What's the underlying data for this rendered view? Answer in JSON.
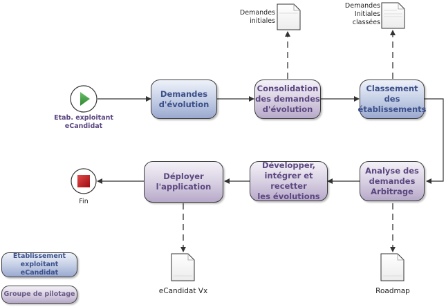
{
  "diagram": {
    "start_event": {
      "icon": "play-icon",
      "label": "Etab. exploitant\neCandidat",
      "color": "#3e9a3e"
    },
    "end_event": {
      "icon": "stop-icon",
      "label": "Fin",
      "color": "#c0161c"
    },
    "tasks": [
      {
        "id": "t1",
        "label": "Demandes\nd'évolution",
        "lane": "Etablissement exploitant eCandidat"
      },
      {
        "id": "t2",
        "label": "Consolidation\ndes demandes\nd'évolution",
        "lane": "Groupe de pilotage"
      },
      {
        "id": "t3",
        "label": "Classement des\nétablissements",
        "lane": "Etablissement exploitant eCandidat"
      },
      {
        "id": "t4",
        "label": "Analyse des\ndemandes\nArbitrage",
        "lane": "Groupe de pilotage"
      },
      {
        "id": "t5",
        "label": "Développer,\nintégrer et recetter\nles évolutions",
        "lane": "Groupe de pilotage"
      },
      {
        "id": "t6",
        "label": "Déployer\nl'application",
        "lane": "Groupe de pilotage"
      }
    ],
    "documents": [
      {
        "id": "d1",
        "label": "Demandes\ninitiales",
        "icon": "document-icon"
      },
      {
        "id": "d2",
        "label": "Demandes\nInitiales\nclassées",
        "icon": "document-icon"
      },
      {
        "id": "d3",
        "label": "eCandidat Vx",
        "icon": "document-icon"
      },
      {
        "id": "d4",
        "label": "Roadmap",
        "icon": "document-icon"
      }
    ],
    "flows": [
      {
        "from": "start",
        "to": "t1",
        "type": "sequence"
      },
      {
        "from": "t1",
        "to": "t2",
        "type": "sequence"
      },
      {
        "from": "t2",
        "to": "t3",
        "type": "sequence"
      },
      {
        "from": "t3",
        "to": "t4",
        "type": "sequence"
      },
      {
        "from": "t4",
        "to": "t5",
        "type": "sequence"
      },
      {
        "from": "t5",
        "to": "t6",
        "type": "sequence"
      },
      {
        "from": "t6",
        "to": "end",
        "type": "sequence"
      },
      {
        "from": "t2",
        "to": "d1",
        "type": "association"
      },
      {
        "from": "t3",
        "to": "d2",
        "type": "association"
      },
      {
        "from": "t6",
        "to": "d3",
        "type": "association"
      },
      {
        "from": "t4",
        "to": "d4",
        "type": "association"
      }
    ],
    "legend": [
      {
        "label": "Etablissement\nexploitant eCandidat",
        "style": "blue"
      },
      {
        "label": "Groupe de pilotage",
        "style": "purple"
      }
    ]
  }
}
